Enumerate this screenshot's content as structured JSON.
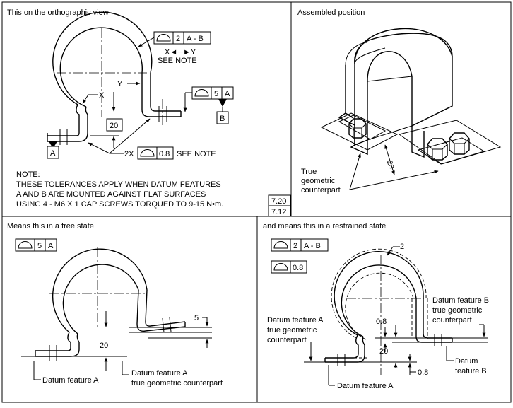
{
  "panels": {
    "ortho": {
      "title": "This on the orthographic view",
      "fcf_top": {
        "c2": "2",
        "c3": "A - B"
      },
      "x_to_y": "X◄─►Y",
      "see_note_1": "SEE NOTE",
      "label_y": "Y",
      "label_x": "X",
      "fcf_right": {
        "c2": "5",
        "c3": "A"
      },
      "datum_b": "B",
      "datum_a": "A",
      "dim_20": "20",
      "fcf_bottom_prefix": "2X",
      "fcf_bottom_value": "0.8",
      "see_note_2": "SEE NOTE",
      "note": [
        "NOTE:",
        "THESE TOLERANCES APPLY WHEN DATUM FEATURES",
        "A AND B ARE MOUNTED AGAINST FLAT SURFACES",
        "USING 4 - M6 X 1 CAP SCREWS TORQUED TO 9-15 N•m."
      ],
      "refs": [
        "7.20",
        "7.12"
      ]
    },
    "assembled": {
      "title": "Assembled position",
      "dim_20": "20",
      "label": [
        "True",
        "geometric",
        "counterpart"
      ]
    },
    "free": {
      "title": "Means this in a free state",
      "fcf": {
        "c2": "5",
        "c3": "A"
      },
      "dim_5": "5",
      "dim_20": "20",
      "label_datum_a": "Datum feature A",
      "label_tgc": [
        "Datum feature A",
        "true geometric counterpart"
      ]
    },
    "restrained": {
      "title": "and means this in a restrained state",
      "fcf1": {
        "c2": "2",
        "c3": "A - B"
      },
      "fcf2": {
        "c2": "0.8"
      },
      "dim_2": "2",
      "dim_08_top": "0.8",
      "dim_20": "20",
      "dim_08_bot": "0.8",
      "label_left": [
        "Datum feature A",
        "true geometric",
        "counterpart"
      ],
      "label_right": [
        "Datum feature B",
        "true geometric",
        "counterpart"
      ],
      "label_datum_b": [
        "Datum",
        "feature  B"
      ],
      "label_datum_a": "Datum feature A"
    }
  },
  "icons": [
    "profile-of-surface-icon",
    "datum-triangle-icon",
    "arrow-icon",
    "hatch-pattern"
  ]
}
